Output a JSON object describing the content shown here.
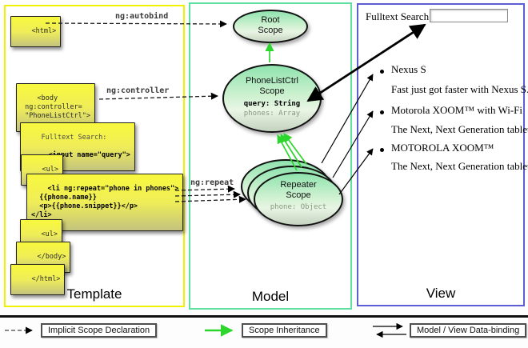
{
  "columns": {
    "template_label": "Template",
    "model_label": "Model",
    "view_label": "View"
  },
  "template": {
    "html_open": "<html>",
    "body_open": "<body\n ng:controller=\n \"PhoneListCtrl\">",
    "fulltext_label": "Fulltext Search:",
    "input_code": "<input name=\"query\">",
    "ul_open": "<ul>",
    "li_repeat": "<li ng:repeat=\"phone in phones\">\n  {{phone.name}}\n  <p>{{phone.snippet}}</p>\n</li>",
    "ul_close": "<ul>",
    "body_close": "</body>",
    "html_close": "</html>"
  },
  "arrow_labels": {
    "autobind": "ng:autobind",
    "controller": "ng:controller",
    "repeat": "ng:repeat"
  },
  "model": {
    "root_scope_title": "Root\nScope",
    "phonelist_title": "PhoneListCtrl\nScope",
    "phonelist_query": "query: String",
    "phonelist_phones": "phones: Array",
    "repeater_title": "Repeater\nScope",
    "repeater_phone": "phone: Object"
  },
  "view": {
    "search_label": "Fulltext Search:",
    "search_value": "",
    "items": [
      {
        "name": "Nexus S",
        "desc": "Fast just got faster with Nexus S."
      },
      {
        "name": "Motorola XOOM™ with Wi-Fi",
        "desc": "The Next, Next Generation tablet."
      },
      {
        "name": "MOTOROLA XOOM™",
        "desc": "The Next, Next Generation tablet."
      }
    ]
  },
  "legend": {
    "implicit": "Implicit Scope Declaration",
    "inheritance": "Scope Inheritance",
    "databinding": "Model / View Data-binding"
  },
  "colors": {
    "template_border": "#f2f200",
    "model_border": "#5fe0a0",
    "view_border": "#5d5dd5",
    "inheritance_green": "#2dd62d",
    "code_box_yellow": "#f8f83e",
    "scope_green": "#8fe3ae"
  }
}
